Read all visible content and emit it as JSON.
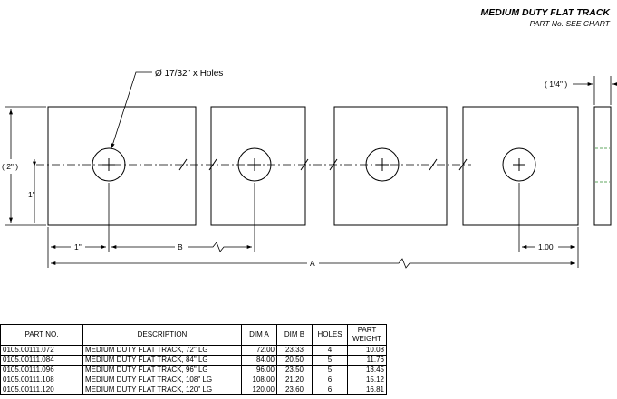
{
  "title": {
    "name": "MEDIUM DUTY FLAT TRACK",
    "subtitle": "PART No. SEE CHART"
  },
  "drawing": {
    "hole_callout": "Ø 17/32\" x Holes",
    "thickness_label": "( 1/4\" )",
    "width_label": "( 2\" )",
    "hole_height_label": "1\"",
    "first_hole_label": "1\"",
    "spacing_label": "B",
    "length_label": "A",
    "end_label": "1.00"
  },
  "table": {
    "headers": [
      "PART NO.",
      "DESCRIPTION",
      "DIM A",
      "DIM B",
      "HOLES",
      "PART WEIGHT"
    ],
    "rows": [
      [
        "0105.00111.072",
        "MEDIUM DUTY FLAT TRACK, 72\" LG",
        "72.00",
        "23.33",
        "4",
        "10.08"
      ],
      [
        "0105.00111.084",
        "MEDIUM DUTY FLAT TRACK, 84\" LG",
        "84.00",
        "20.50",
        "5",
        "11.76"
      ],
      [
        "0105.00111.096",
        "MEDIUM DUTY FLAT TRACK, 96\" LG",
        "96.00",
        "23.50",
        "5",
        "13.45"
      ],
      [
        "0105.00111.108",
        "MEDIUM DUTY FLAT TRACK, 108\" LG",
        "108.00",
        "21.20",
        "6",
        "15.12"
      ],
      [
        "0105.00111.120",
        "MEDIUM DUTY FLAT TRACK, 120\" LG",
        "120.00",
        "23.60",
        "6",
        "16.81"
      ]
    ]
  },
  "colors": {
    "line": "#000000",
    "hidden_line": "#2e8b2e"
  }
}
